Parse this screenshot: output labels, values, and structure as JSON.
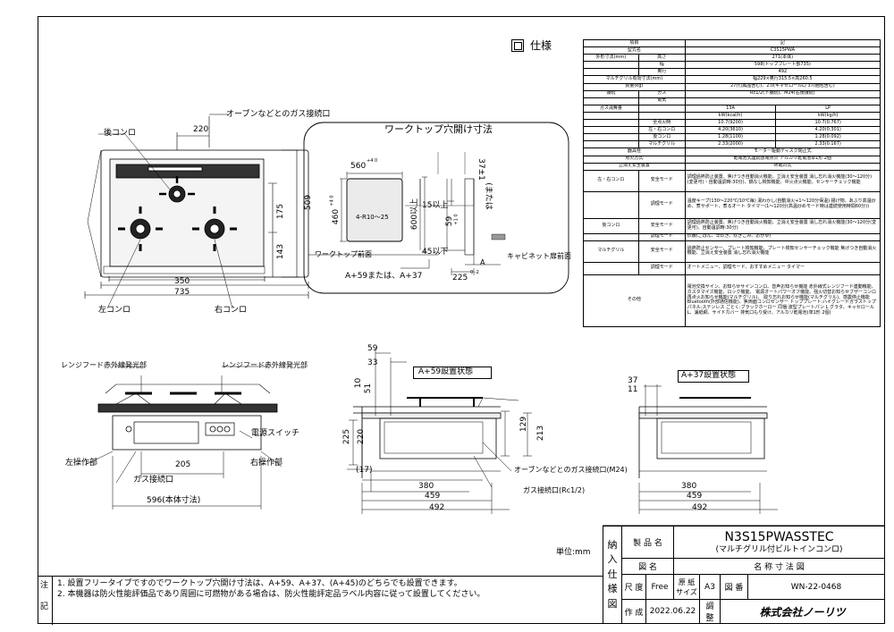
{
  "spec_title": "仕様",
  "spec_rows": [
    [
      "項目",
      "記"
    ],
    [
      "型式名",
      "C3S15PWA"
    ],
    [
      "外形寸法(mm)",
      "高さ",
      "271(本体)"
    ],
    [
      "",
      "幅",
      "598(トッププレート部735)"
    ],
    [
      "",
      "奥行",
      "492"
    ],
    [
      "マルチグリル有効寸法(mm)",
      "幅229×奥行315.5×高260.5"
    ],
    [
      "質量(kg)",
      "27(付属品含む)、2.0(キャセロールL) 37(梱包含む)"
    ],
    [
      "接続",
      "ガス",
      "Rc1/2(下接続)、M24(右後接続)"
    ],
    [
      "",
      "電気",
      ""
    ],
    [
      "ガス消費量",
      "",
      "13A",
      "LP"
    ],
    [
      "",
      "",
      "kW(kcal/h)",
      "kW(kg/h)"
    ],
    [
      "",
      "全点火時",
      "10.7(9200)",
      "10.7(0.767)"
    ],
    [
      "",
      "左・右コンロ",
      "4.20(3610)",
      "4.20(0.301)"
    ],
    [
      "",
      "後コンロ",
      "1.28(1100)",
      "1.28(0.092)"
    ],
    [
      "",
      "マルチグリル",
      "2.33(2000)",
      "2.33(0.167)"
    ],
    [
      "器具栓",
      "モーター駆動ディスク閉止式"
    ],
    [
      "点火方式",
      "乾電池式連続放電点火 アルカリ乾電池単1形 2個"
    ],
    [
      "立消え安全装置",
      "熱電対式"
    ],
    [
      "左・右コンロ",
      "安全モード",
      "調理過熱防止装置、焦げつき自動消火機能、立消え安全装置 消し忘れ消火機能(30〜120分)(変更可)・自動温調時:30分)、鍋なし検知機能、中火点火機能、センサーチェック機能"
    ],
    [
      "",
      "調理モード",
      "温度キープ(130〜220℃/10℃毎) 湯わかし(自動消火+1〜120分保温) 揚げ物、あぶり高温炒め、煮サポート、煮るオート タイマー(1〜120分(高温炒めモード時は連続使用時間60分))"
    ],
    [
      "後コンロ",
      "安全モード",
      "調理過熱防止装置、焦げつき自動消火機能、立消え安全装置 消し忘れ消火機能(30〜120分(変更可)、自動温調時:30分)"
    ],
    [
      "",
      "調理モード",
      "炊飯(ごはん、早炊き、炊きこみ、おかゆ)"
    ],
    [
      "マルチグリル",
      "安全モード",
      "過熱防止センサー、プレート検知機能、プレート検知センサーチェック機能 焦げつき自動消火機能、立消え安全装置 消し忘れ消火機能"
    ],
    [
      "",
      "調理モード",
      "オートメニュー、調理モード、おすすめメニュー タイマー"
    ],
    [
      "その他",
      "電池交換サイン、お知らせサインコンロ、音声お知らせ機能 赤外線式レンジフード連動機能、カスタマイズ機能、ロック機能、 電源オートパワーオフ機能、強火切替お知らせブザーコンロ 再点火お知らせ機能(マルチグリル)、 取り忘れお知らせ機能(マルチグリル)、感震停止機能 Bluetooth(外部通信機能)、焦両面コンロセンサー トッププレート:ハイグレードガラストップ パネル:ステンレス ごとく:ブラックホーロー 同梱:波型プレートパン L グラタ、キャセロールL、濾紙網、サイドカバー 排気口もり受け、アルカリ乾電池(単1形 2個)"
    ]
  ],
  "top_view": {
    "back_burner": "後コンロ",
    "gas_port": "オーブンなどとのガス接続口",
    "left_burner": "左コンロ",
    "right_burner": "右コンロ",
    "dim_220": "220",
    "dim_350": "350",
    "dim_735": "735",
    "dim_509": "509",
    "dim_175": "175",
    "dim_143": "143"
  },
  "cutout": {
    "title": "ワークトップ穴開け寸法",
    "w560": "560",
    "w560_tol": "+4 0",
    "h460": "460",
    "h460_tol": "+4 0",
    "radius": "4-R10〜25",
    "front_15": "15以上",
    "depth_600": "600以上",
    "depth_59": "59",
    "depth_59_tol": "+1 0",
    "front_45": "45以下",
    "side_37": "37±1",
    "side_note": "(または",
    "worktop_front": "ワークトップ前面",
    "cabinet_front": "キャビネット扉前面",
    "formula": "A+59または、A+37",
    "dim_225": "225",
    "dim_225_tol": "0 -2",
    "label_A": "A"
  },
  "front_view": {
    "range_hood_left": "レンジフード赤外線発光部",
    "range_hood_right": "レンジフード赤外線発光部",
    "power_switch": "電源スイッチ",
    "left_panel": "左操作部",
    "right_panel": "右操作部",
    "dim_205": "205",
    "gas_port": "ガス接続口",
    "dim_596": "596(本体寸法)"
  },
  "side_a59": {
    "title": "A+59設置状態",
    "d59": "59",
    "d33": "33",
    "d10": "10",
    "d51": "51",
    "d225": "225",
    "d220": "220",
    "d129": "129",
    "d213": "213",
    "d17": "(17)",
    "d380": "380",
    "d459": "459",
    "d492": "492",
    "gas_m24": "オーブンなどとのガス接続口(M24)",
    "gas_rc": "ガス接続口(Rc1/2)"
  },
  "side_a37": {
    "title": "A+37設置状態",
    "d37": "37",
    "d11": "11",
    "d380": "380",
    "d459": "459",
    "d492": "492"
  },
  "unit": "単位:mm",
  "notes_label": [
    "注",
    "記"
  ],
  "notes": [
    "1. 設置フリータイプですのでワークトップ穴開け寸法は、A+59、A+37、(A+45)のどちらでも設置できます。",
    "2. 本機器は防火性能評価品であり周囲に可燃物がある場合は、防火性能評定品ラベル内容に従って設置してください。"
  ],
  "title_block": {
    "side_chars": [
      "納",
      "入",
      "仕",
      "様",
      "図"
    ],
    "product_name_label": "製 品 名",
    "model": "N3S15PWASSTEC",
    "product_desc": "(マルチグリル付ビルトインコンロ)",
    "drawing_name_label": "図 名",
    "drawing_name": "名 称 寸 法 図",
    "scale_label": "尺 度",
    "scale": "Free",
    "paper_size_label": "原 紙 サイズ",
    "paper_size": "A3",
    "drawing_no_label": "図 番",
    "drawing_no": "WN-22-0468",
    "created_label": "作 成",
    "created": "2022.06.22",
    "check_label": "調 整",
    "company": "株式会社ノーリツ"
  }
}
